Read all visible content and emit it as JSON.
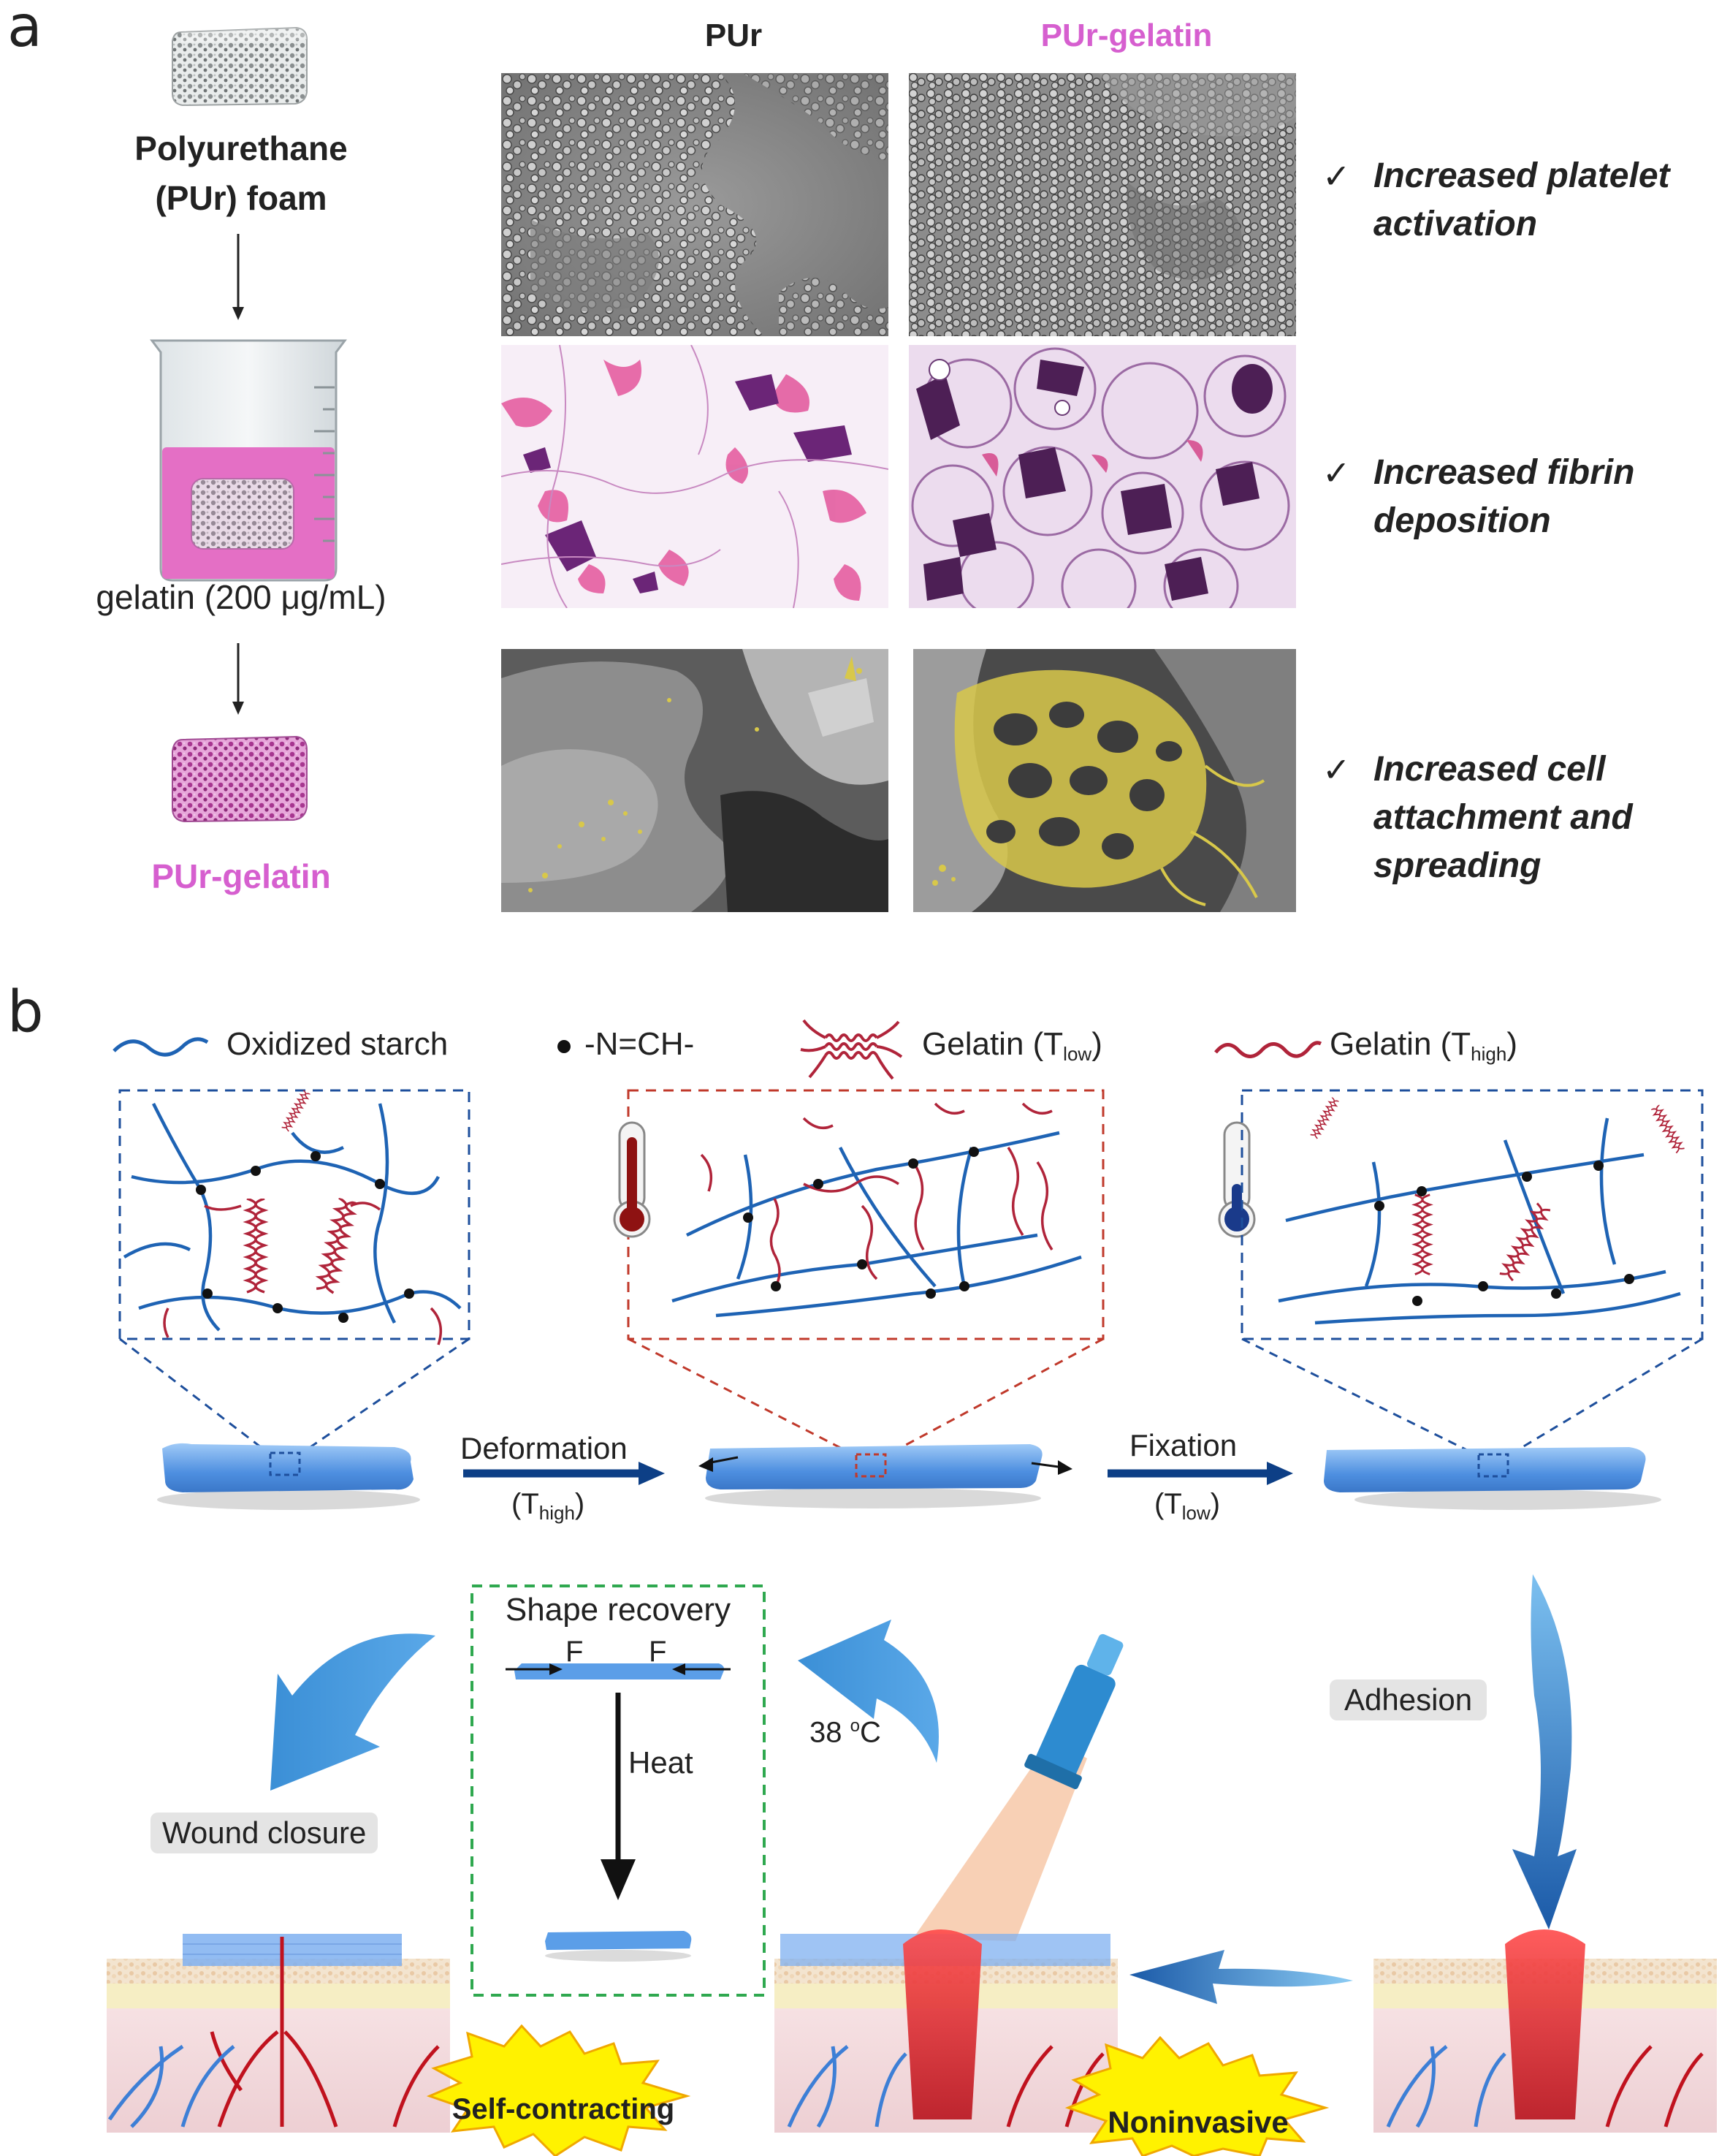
{
  "panel_a": {
    "letter": "a",
    "foam_label_line1": "Polyurethane",
    "foam_label_line2": "(PUr) foam",
    "solution_label": "gelatin (200 μg/mL)",
    "product_label": "PUr-gelatin",
    "column_headers": [
      "PUr",
      "PUr-gelatin"
    ],
    "findings": [
      {
        "mark": "✓",
        "lines": [
          "Increased platelet",
          "activation"
        ]
      },
      {
        "mark": "✓",
        "lines": [
          "Increased fibrin",
          "deposition"
        ]
      },
      {
        "mark": "✓",
        "lines": [
          "Increased cell",
          "attachment and",
          "spreading"
        ]
      }
    ],
    "colors": {
      "pink": "#d65fcf",
      "magenta_stain": "#c2408f",
      "yellow_cells": "#d8c84a"
    }
  },
  "panel_b": {
    "letter": "b",
    "legend": {
      "starch": "Oxidized starch",
      "imine": "-N=CH-",
      "gelatin_low_main": "Gelatin (T",
      "gelatin_low_sub": "low",
      "gelatin_high_main": "Gelatin (T",
      "gelatin_high_sub": "high",
      "close_paren": ")"
    },
    "deformation": "Deformation",
    "fixation": "Fixation",
    "t_main": "(T",
    "high_sub": "high",
    "low_sub": "low",
    "shape_recovery": "Shape recovery",
    "force_label": "F",
    "heat": "Heat",
    "temp_main": "38 ",
    "temp_sup": "o",
    "temp_unit": "C",
    "adhesion": "Adhesion",
    "wound_closure": "Wound closure",
    "self_contracting": "Self-contracting",
    "noninvasive": "Noninvasive",
    "colors": {
      "starch": "#1e63b4",
      "gelatin": "#b0243a",
      "arrow": "#0d3f86",
      "film": "#5b9ee8",
      "box_green": "#2fa84f",
      "burst": "#fff200"
    }
  }
}
